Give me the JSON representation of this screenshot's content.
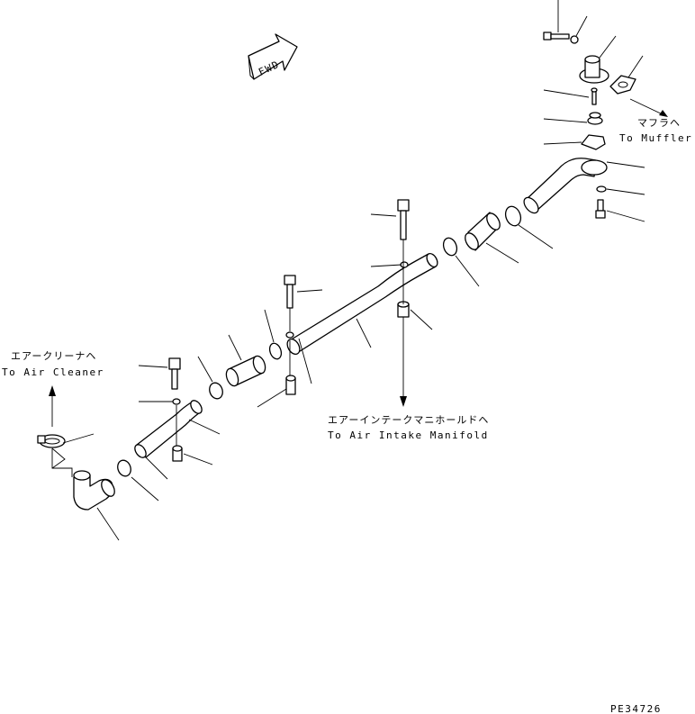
{
  "diagram": {
    "fwd_label": "FWD",
    "muffler_jp": "マフラヘ",
    "muffler_en": "To Muffler",
    "air_cleaner_jp": "エアークリーナヘ",
    "air_cleaner_en": "To Air Cleaner",
    "manifold_jp": "エアーインテークマニホールドヘ",
    "manifold_en": "To Air Intake Manifold",
    "figure_code": "PE34726"
  }
}
